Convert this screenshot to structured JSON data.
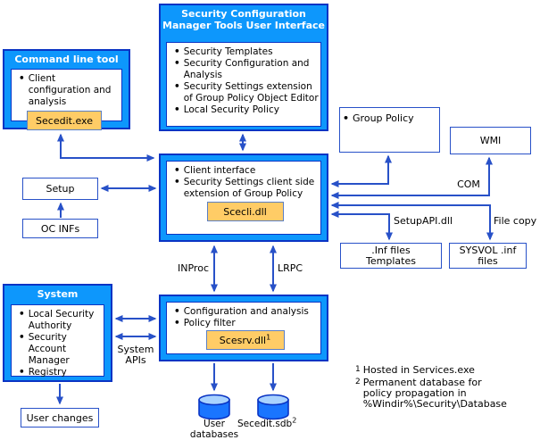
{
  "palette": {
    "box_blue": "#0d97fc",
    "border_dark": "#0a34c4",
    "border_mid": "#2851c8",
    "arrow": "#2851c8",
    "orange": "#ffcc66",
    "orange_border": "#5b7fc4",
    "cyl_body": "#1a75ff",
    "cyl_top": "#a8d2ff"
  },
  "boxes": {
    "ui": {
      "title": "Security Configuration Manager Tools User Interface",
      "items": [
        "Security Templates",
        "Security Configuration and Analysis",
        "Security Settings extension of Group Policy Object Editor",
        "Local Security Policy"
      ]
    },
    "command": {
      "title": "Command line tool",
      "items": [
        "Client configuration and analysis"
      ],
      "module": "Secedit.exe"
    },
    "scecli": {
      "items": [
        "Client interface",
        "Security Settings client side extension of Group Policy"
      ],
      "module": "Scecli.dll"
    },
    "group_policy": {
      "items": [
        "Group Policy"
      ]
    },
    "wmi": {
      "label": "WMI"
    },
    "setup": {
      "label": "Setup"
    },
    "oc_infs": {
      "label": "OC INFs"
    },
    "inf_templates": {
      "label": ".Inf files Templates"
    },
    "sysvol": {
      "label": "SYSVOL .inf files"
    },
    "system": {
      "title": "System",
      "items": [
        "Local Security Authority",
        "Security Account Manager",
        "Registry"
      ]
    },
    "scesrv": {
      "items": [
        "Configuration and analysis",
        "Policy filter"
      ],
      "module": "Scesrv.dll",
      "module_sup": "1"
    },
    "user_changes": {
      "label": "User changes"
    }
  },
  "labels": {
    "com": "COM",
    "setupapi": "SetupAPI.dll",
    "file_copy": "File copy",
    "inproc": "INProc",
    "lrpc": "LRPC",
    "system_apis": "System APIs",
    "user_databases": "User databases",
    "secedit_sdb": "Secedit.sdb",
    "secedit_sdb_sup": "2"
  },
  "footnotes": [
    {
      "sup": "1",
      "text": "Hosted in Services.exe"
    },
    {
      "sup": "2",
      "text": "Permanent database for policy propagation in %Windir%\\Security\\Database"
    }
  ]
}
